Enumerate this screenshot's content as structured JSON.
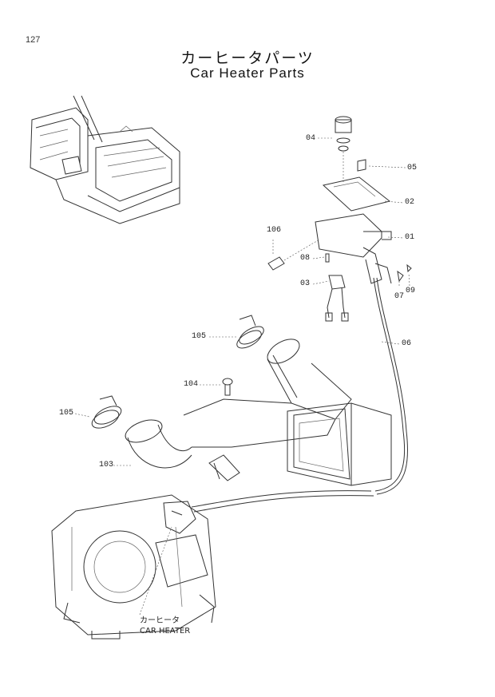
{
  "page_number": "127",
  "title_jp": "カーヒータパーツ",
  "title_en": "Car Heater Parts",
  "callouts": {
    "p04": "04",
    "p05": "05",
    "p02": "02",
    "p106": "106",
    "p01": "01",
    "p08": "08",
    "p03": "03",
    "p07": "07",
    "p09": "09",
    "p105a": "105",
    "p06": "06",
    "p104": "104",
    "p105b": "105",
    "p103": "103"
  },
  "caption": {
    "jp": "カーヒータ",
    "en": "CAR HEATER"
  }
}
